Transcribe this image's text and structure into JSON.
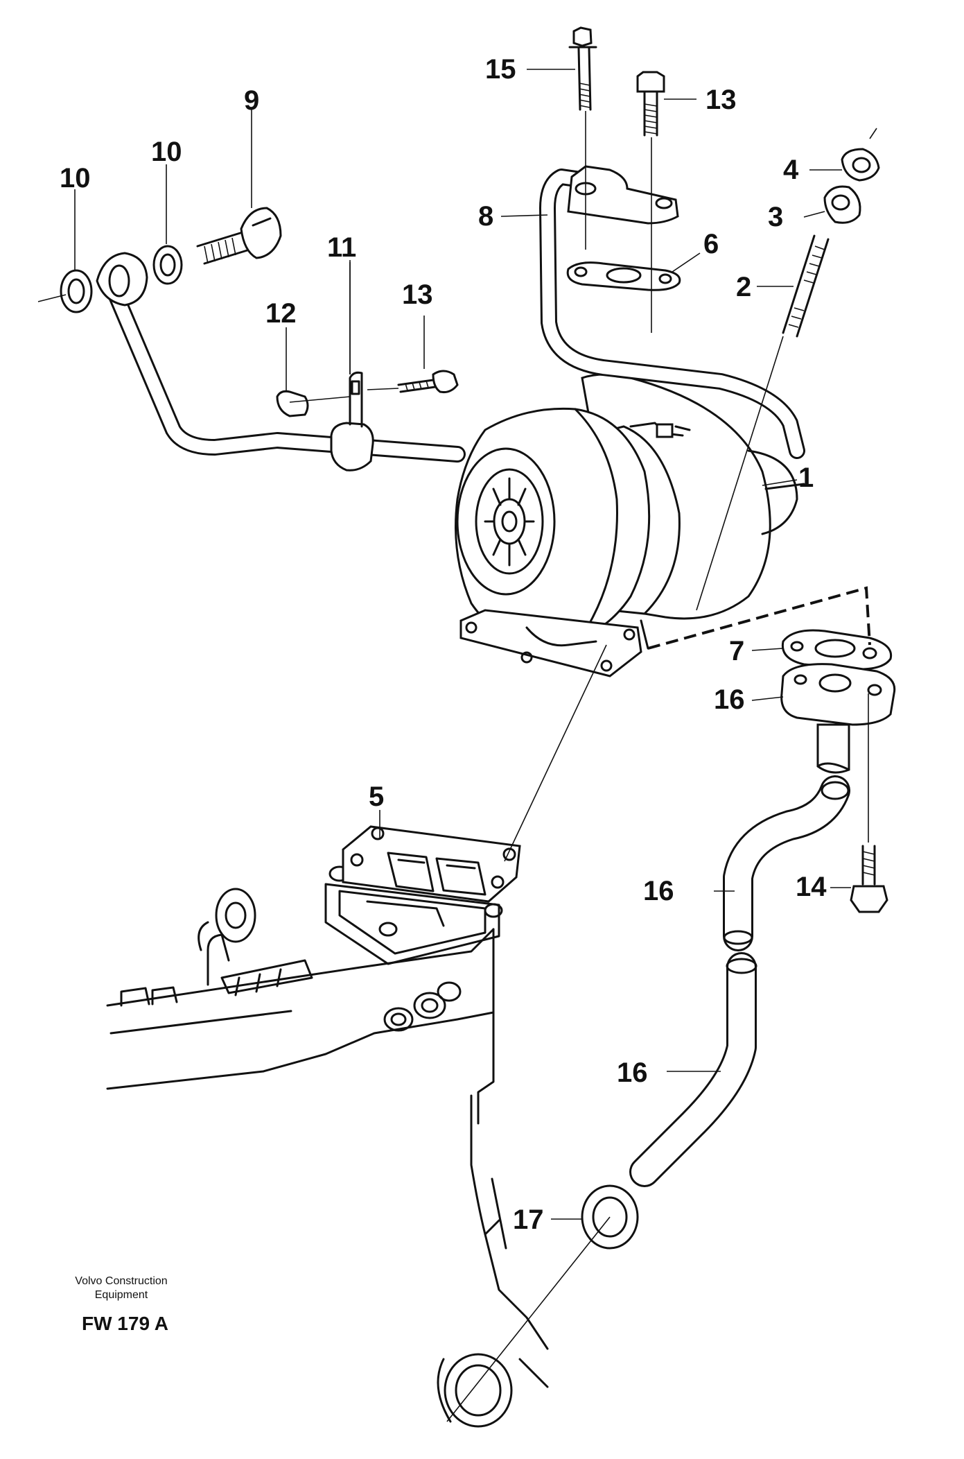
{
  "callouts": [
    "15",
    "13",
    "9",
    "10",
    "10",
    "4",
    "3",
    "8",
    "6",
    "2",
    "11",
    "13",
    "12",
    "1",
    "7",
    "16",
    "5",
    "16",
    "14",
    "16",
    "17"
  ],
  "footer": {
    "company": "Volvo Construction\nEquipment",
    "code": "FW 179 A"
  },
  "colors": {
    "ink": "#111111",
    "background": "#ffffff"
  }
}
